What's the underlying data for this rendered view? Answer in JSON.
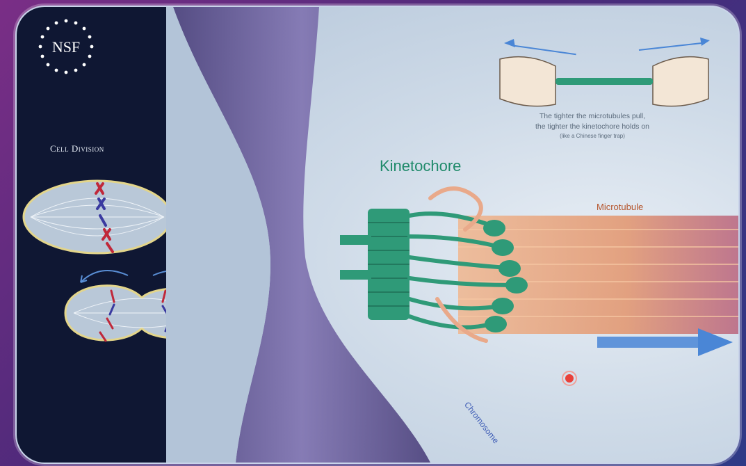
{
  "logo": {
    "text": "NSF"
  },
  "left_panel": {
    "title": "Cell Division"
  },
  "caption": {
    "line1": "The tighter the microtubules pull,",
    "line2": "the tighter the kinetochore holds on",
    "line3": "(like a Chinese finger trap)"
  },
  "labels": {
    "kinetochore": "Kinetochore",
    "microtubule": "Microtubule",
    "chromosome": "Chromosome"
  },
  "colors": {
    "kinetochore": "#2f9a78",
    "microtubule": "#e0a37a",
    "chromosome": "#5e4f8e",
    "arrow": "#4a86d6"
  }
}
